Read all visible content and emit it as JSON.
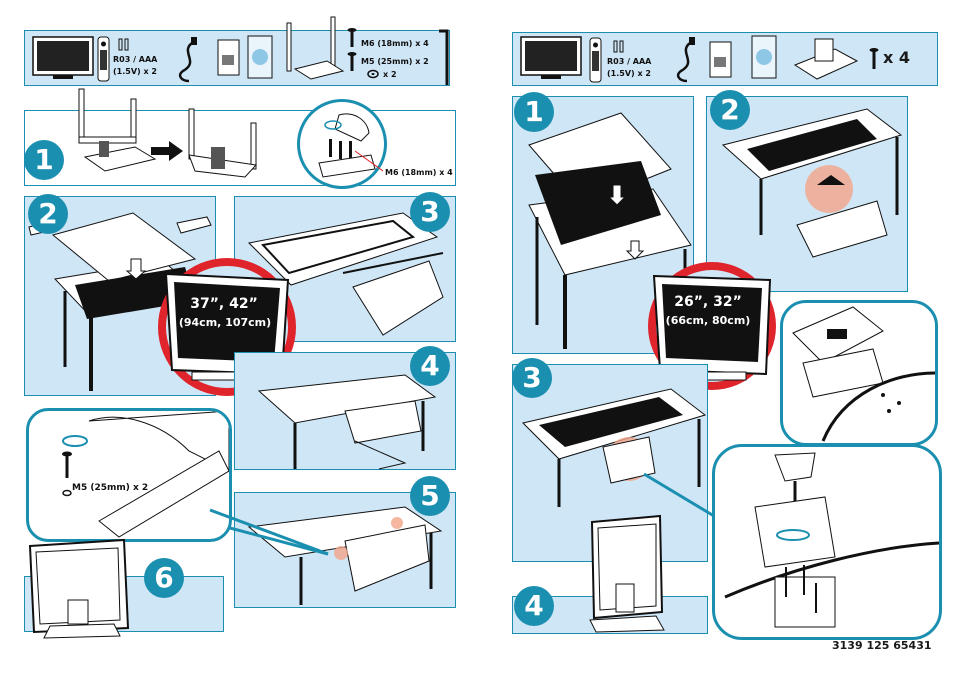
{
  "left_page": {
    "parts_bar": {
      "battery_label_1": "R03 / AAA",
      "battery_label_2": "(1.5V) x 2",
      "screw_m6": "M6 (18mm) x 4",
      "screw_m5": "M5 (25mm) x 2",
      "washer_qty": "x 2"
    },
    "steps": [
      "1",
      "2",
      "3",
      "4",
      "5",
      "6"
    ],
    "step1_screw_label": "M6 (18mm) x 4",
    "zoom_screw_label": "M5 (25mm) x 2",
    "tv_sizes_line1": "37”, 42”",
    "tv_sizes_line2": "(94cm, 107cm)"
  },
  "right_page": {
    "parts_bar": {
      "battery_label_1": "R03 / AAA",
      "battery_label_2": "(1.5V) x 2",
      "screw_qty": "x 4"
    },
    "steps": [
      "1",
      "2",
      "3",
      "4"
    ],
    "tv_sizes_line1": "26”, 32”",
    "tv_sizes_line2": "(66cm, 80cm)"
  },
  "document_code": "3139 125 65431",
  "colors": {
    "accent": "#1b8fb0",
    "panel": "#cfe6f6",
    "ring": "#e0242b",
    "highlight": "#f4a58a"
  }
}
